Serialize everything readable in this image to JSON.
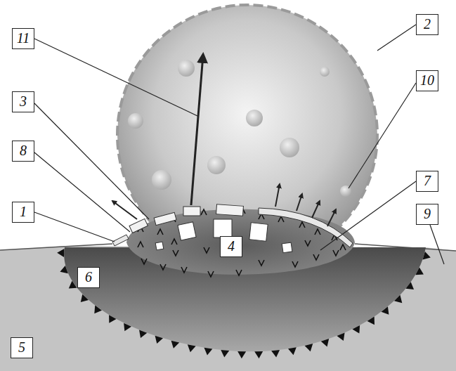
{
  "diagram": {
    "labels": [
      "2",
      "11",
      "10",
      "3",
      "8",
      "7",
      "1",
      "9",
      "4",
      "6",
      "5"
    ]
  }
}
